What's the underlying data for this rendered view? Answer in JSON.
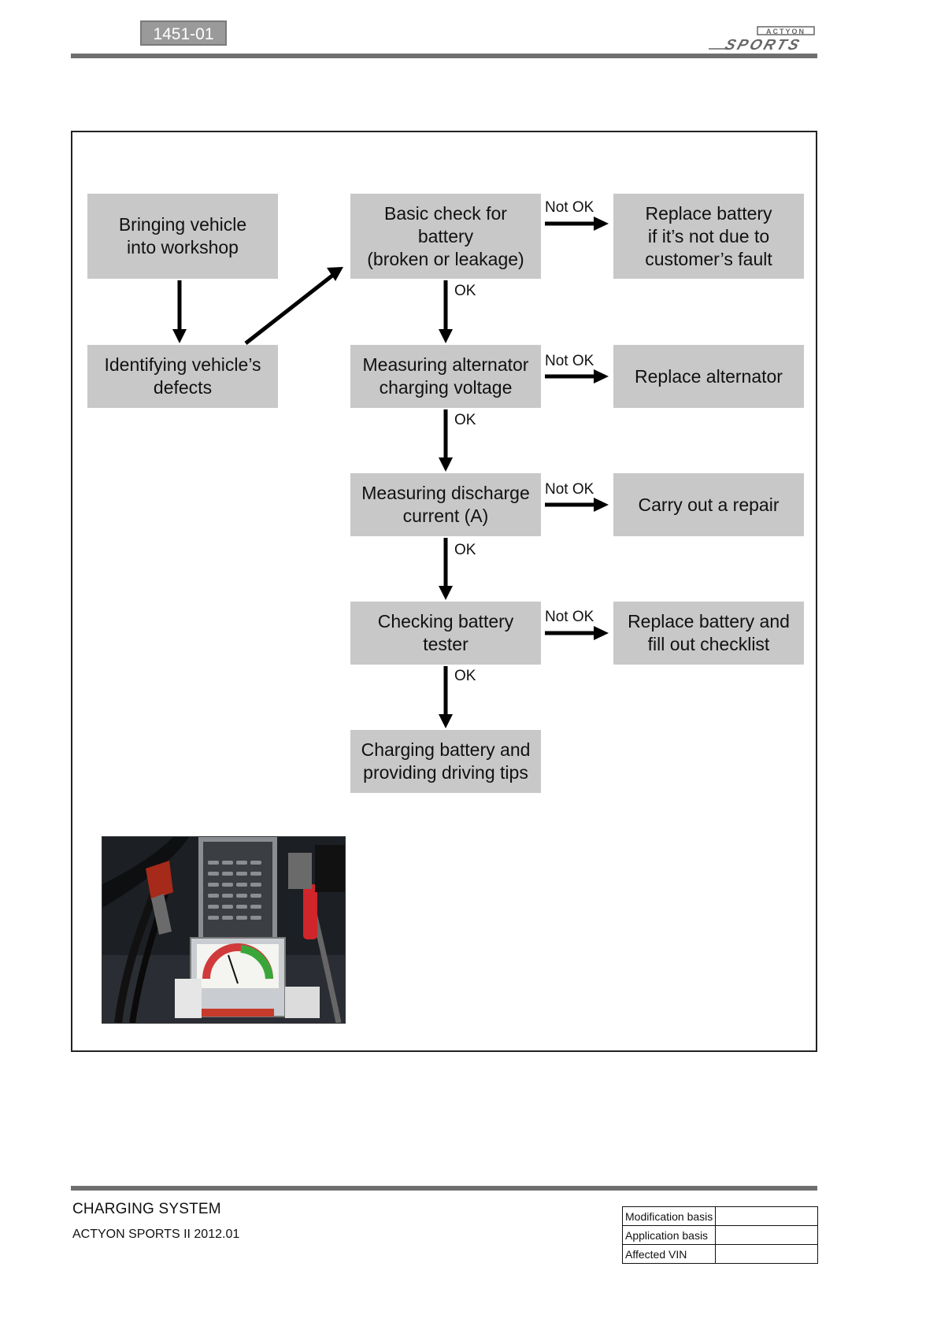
{
  "header": {
    "page_code": "1451-01",
    "brand_small": "ACTYON",
    "brand_large": "SPORTS"
  },
  "flow": {
    "bringing": "Bringing vehicle\ninto workshop",
    "identifying": "Identifying vehicle’s\ndefects",
    "basic_check": "Basic check for\nbattery\n(broken or leakage)",
    "replace_battery_fault": "Replace battery\nif it’s not due to\ncustomer’s fault",
    "measure_voltage": "Measuring alternator\ncharging voltage",
    "replace_alternator": "Replace alternator",
    "measure_current": "Measuring discharge\ncurrent (A)",
    "repair": "Carry out a repair",
    "check_tester": "Checking battery\ntester",
    "replace_checklist": "Replace battery and\nfill out checklist",
    "charging_tips": "Charging battery and\nproviding driving tips",
    "ok": "OK",
    "not_ok": "Not OK"
  },
  "footer": {
    "title": "CHARGING SYSTEM",
    "subtitle": "ACTYON SPORTS II 2012.01",
    "table": [
      {
        "label": "Modification basis",
        "value": ""
      },
      {
        "label": "Application basis",
        "value": ""
      },
      {
        "label": "Affected VIN",
        "value": ""
      }
    ]
  },
  "colors": {
    "box_fill": "#c8c8c8",
    "rule": "#6f6f6f"
  }
}
